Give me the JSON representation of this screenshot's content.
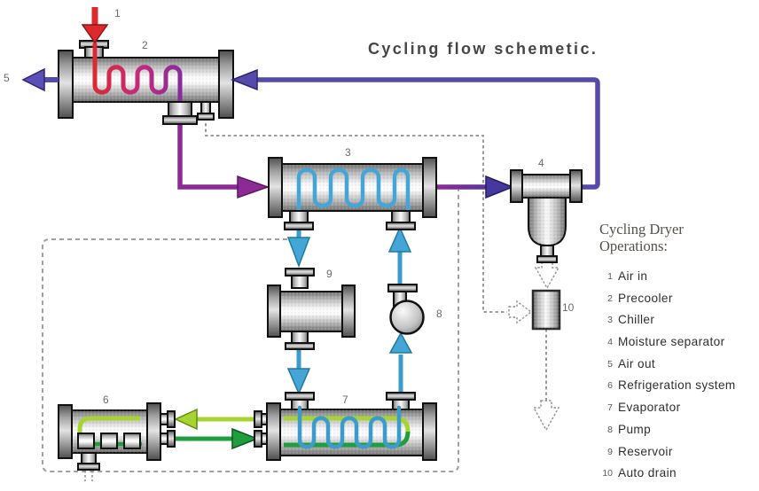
{
  "title": "Cycling flow schemetic.",
  "legend": {
    "heading_line1": "Cycling Dryer",
    "heading_line2": "Operations:",
    "items": [
      {
        "num": "1",
        "label": "Air in"
      },
      {
        "num": "2",
        "label": "Precooler"
      },
      {
        "num": "3",
        "label": "Chiller"
      },
      {
        "num": "4",
        "label": "Moisture separator"
      },
      {
        "num": "5",
        "label": "Air out"
      },
      {
        "num": "6",
        "label": "Refrigeration system"
      },
      {
        "num": "7",
        "label": "Evaporator"
      },
      {
        "num": "8",
        "label": "Pump"
      },
      {
        "num": "9",
        "label": "Reservoir"
      },
      {
        "num": "10",
        "label": "Auto drain"
      }
    ]
  },
  "markers": [
    "1",
    "2",
    "3",
    "4",
    "5",
    "6",
    "7",
    "8",
    "9",
    "10"
  ],
  "colors": {
    "air_in_red": "#d8282b",
    "flow_purple": "#8d2b96",
    "flow_blue_violet": "#45399e",
    "return_line": "#544aac",
    "coolant_blue": "#3b9cc9",
    "refrigerant_light_green": "#a8d431",
    "refrigerant_dark_green": "#1f9d3f",
    "drain_dashed_gray": "#8f8f8f",
    "boundary_dashed_gray": "#9f9f9f"
  }
}
